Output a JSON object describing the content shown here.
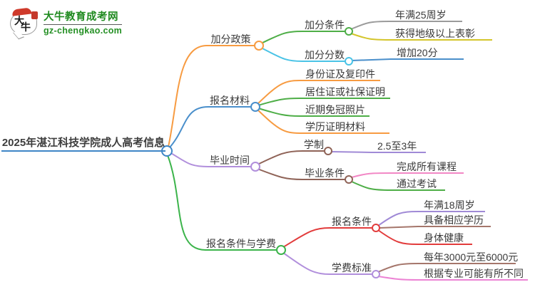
{
  "logo": {
    "title": "大牛教育成考网",
    "url": "gz-chengkao.com",
    "icon_text_top": "大",
    "icon_text_bottom": "牛"
  },
  "colors": {
    "root_line": "#3e85c6",
    "orange": "#f79b41",
    "blue": "#4a8fcb",
    "green": "#4eae47",
    "bright_green": "#3cb44b",
    "cyan": "#4ac3e6",
    "gray": "#9b9b9b",
    "yellow": "#d4c52b",
    "light_purple": "#b18fdc",
    "purple": "#a08ad6",
    "brown": "#8f6357",
    "light_brown": "#a5766b",
    "red": "#e23c3c",
    "pink": "#f287c5",
    "magenta_pink": "#ec83d4",
    "logo_green": "#1f8a1f",
    "text": "#3a3a3a"
  },
  "mindmap": {
    "root": {
      "label": "2025年湛江科技学院成人高考信息"
    },
    "branches": [
      {
        "label": "加分政策",
        "children": [
          {
            "label": "加分条件",
            "children": [
              {
                "label": "年满25周岁"
              },
              {
                "label": "获得地级以上表彰"
              }
            ]
          },
          {
            "label": "加分分数",
            "children": [
              {
                "label": "增加20分"
              }
            ]
          }
        ]
      },
      {
        "label": "报名材料",
        "children": [
          {
            "label": "身份证及复印件"
          },
          {
            "label": "居住证或社保证明"
          },
          {
            "label": "近期免冠照片"
          },
          {
            "label": "学历证明材料"
          }
        ]
      },
      {
        "label": "毕业时间",
        "children": [
          {
            "label": "学制",
            "children": [
              {
                "label": "2.5至3年"
              }
            ]
          },
          {
            "label": "毕业条件",
            "children": [
              {
                "label": "完成所有课程"
              },
              {
                "label": "通过考试"
              }
            ]
          }
        ]
      },
      {
        "label": "报名条件与学费",
        "children": [
          {
            "label": "报名条件",
            "children": [
              {
                "label": "年满18周岁"
              },
              {
                "label": "具备相应学历"
              },
              {
                "label": "身体健康"
              }
            ]
          },
          {
            "label": "学费标准",
            "children": [
              {
                "label": "每年3000元至6000元"
              },
              {
                "label": "根据专业可能有所不同"
              }
            ]
          }
        ]
      }
    ]
  }
}
